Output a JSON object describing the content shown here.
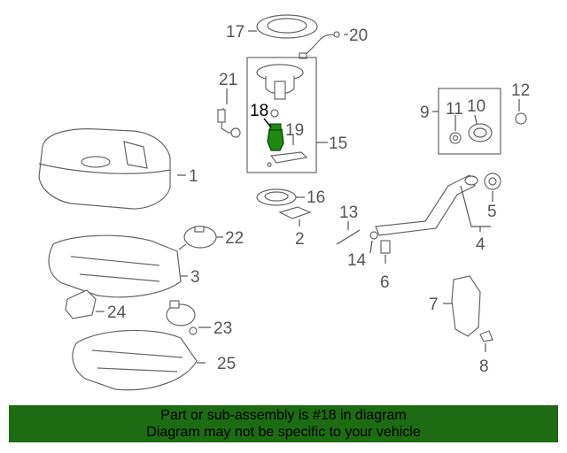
{
  "colors": {
    "banner_bg": "#1d6b12",
    "highlight_part": "#1e8a10",
    "line": "#666666",
    "label": "#555555"
  },
  "callouts": {
    "c1": "1",
    "c2": "2",
    "c3": "3",
    "c4": "4",
    "c5": "5",
    "c6": "6",
    "c7": "7",
    "c8": "8",
    "c9": "9",
    "c10": "10",
    "c11": "11",
    "c12": "12",
    "c13": "13",
    "c14": "14",
    "c15": "15",
    "c16": "16",
    "c17": "17",
    "c18": "18",
    "c19": "19",
    "c20": "20",
    "c21": "21",
    "c22": "22",
    "c23": "23",
    "c24": "24",
    "c25": "25"
  },
  "banner": {
    "line1": "Part or sub-assembly is #18 in diagram",
    "line2": "Diagram may not be specific to your vehicle"
  }
}
